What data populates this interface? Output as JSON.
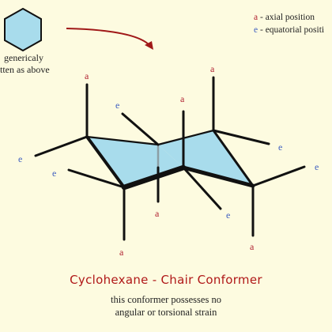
{
  "note": {
    "line1": "genericaly",
    "line2": "tten as above"
  },
  "legend": {
    "axial_key": "a",
    "axial_text": " - axial position",
    "equatorial_key": "e",
    "equatorial_text": " - equatorial positi"
  },
  "labels": {
    "axial": "a",
    "equatorial": "e"
  },
  "title": "Cyclohexane - Chair Conformer",
  "subtitle": {
    "line1": "this conformer possesses no",
    "line2": "angular or torsional strain"
  },
  "colors": {
    "background": "#fdfbe0",
    "ring_fill": "#a8dcec",
    "axial_label": "#b02030",
    "equatorial_label": "#4060c0",
    "title": "#b01818",
    "arrow": "#a01818"
  }
}
